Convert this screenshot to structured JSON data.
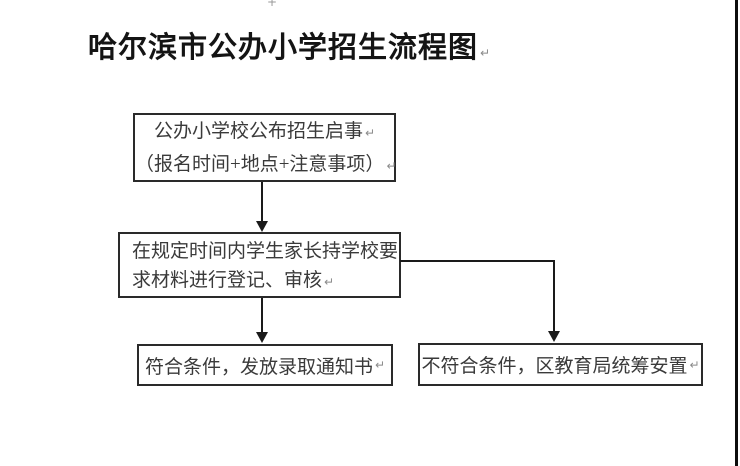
{
  "title": {
    "text": "哈尔滨市公办小学招生流程图"
  },
  "marks": {
    "return_mark": "↵",
    "top_mark": "+"
  },
  "flowchart": {
    "nodes": [
      {
        "id": "announcement",
        "lines": [
          "公办小学校公布招生启事",
          "（报名时间+地点+注意事项）"
        ]
      },
      {
        "id": "registration",
        "lines": [
          "在规定时间内学生家长持学校要",
          "求材料进行登记、审核"
        ]
      },
      {
        "id": "qualified",
        "lines": [
          "符合条件，发放录取通知书"
        ]
      },
      {
        "id": "not-qualified",
        "lines": [
          "不符合条件，区教育局统筹安置"
        ]
      }
    ]
  },
  "colors": {
    "background": "#ffffff",
    "box_border": "#2a2a2a",
    "connector": "#1a1a1a",
    "text": "#3a3a3a",
    "title_text": "#141414",
    "paragraph_mark": "#8a8a8a",
    "right_edge_line": "#0d0d0d"
  }
}
